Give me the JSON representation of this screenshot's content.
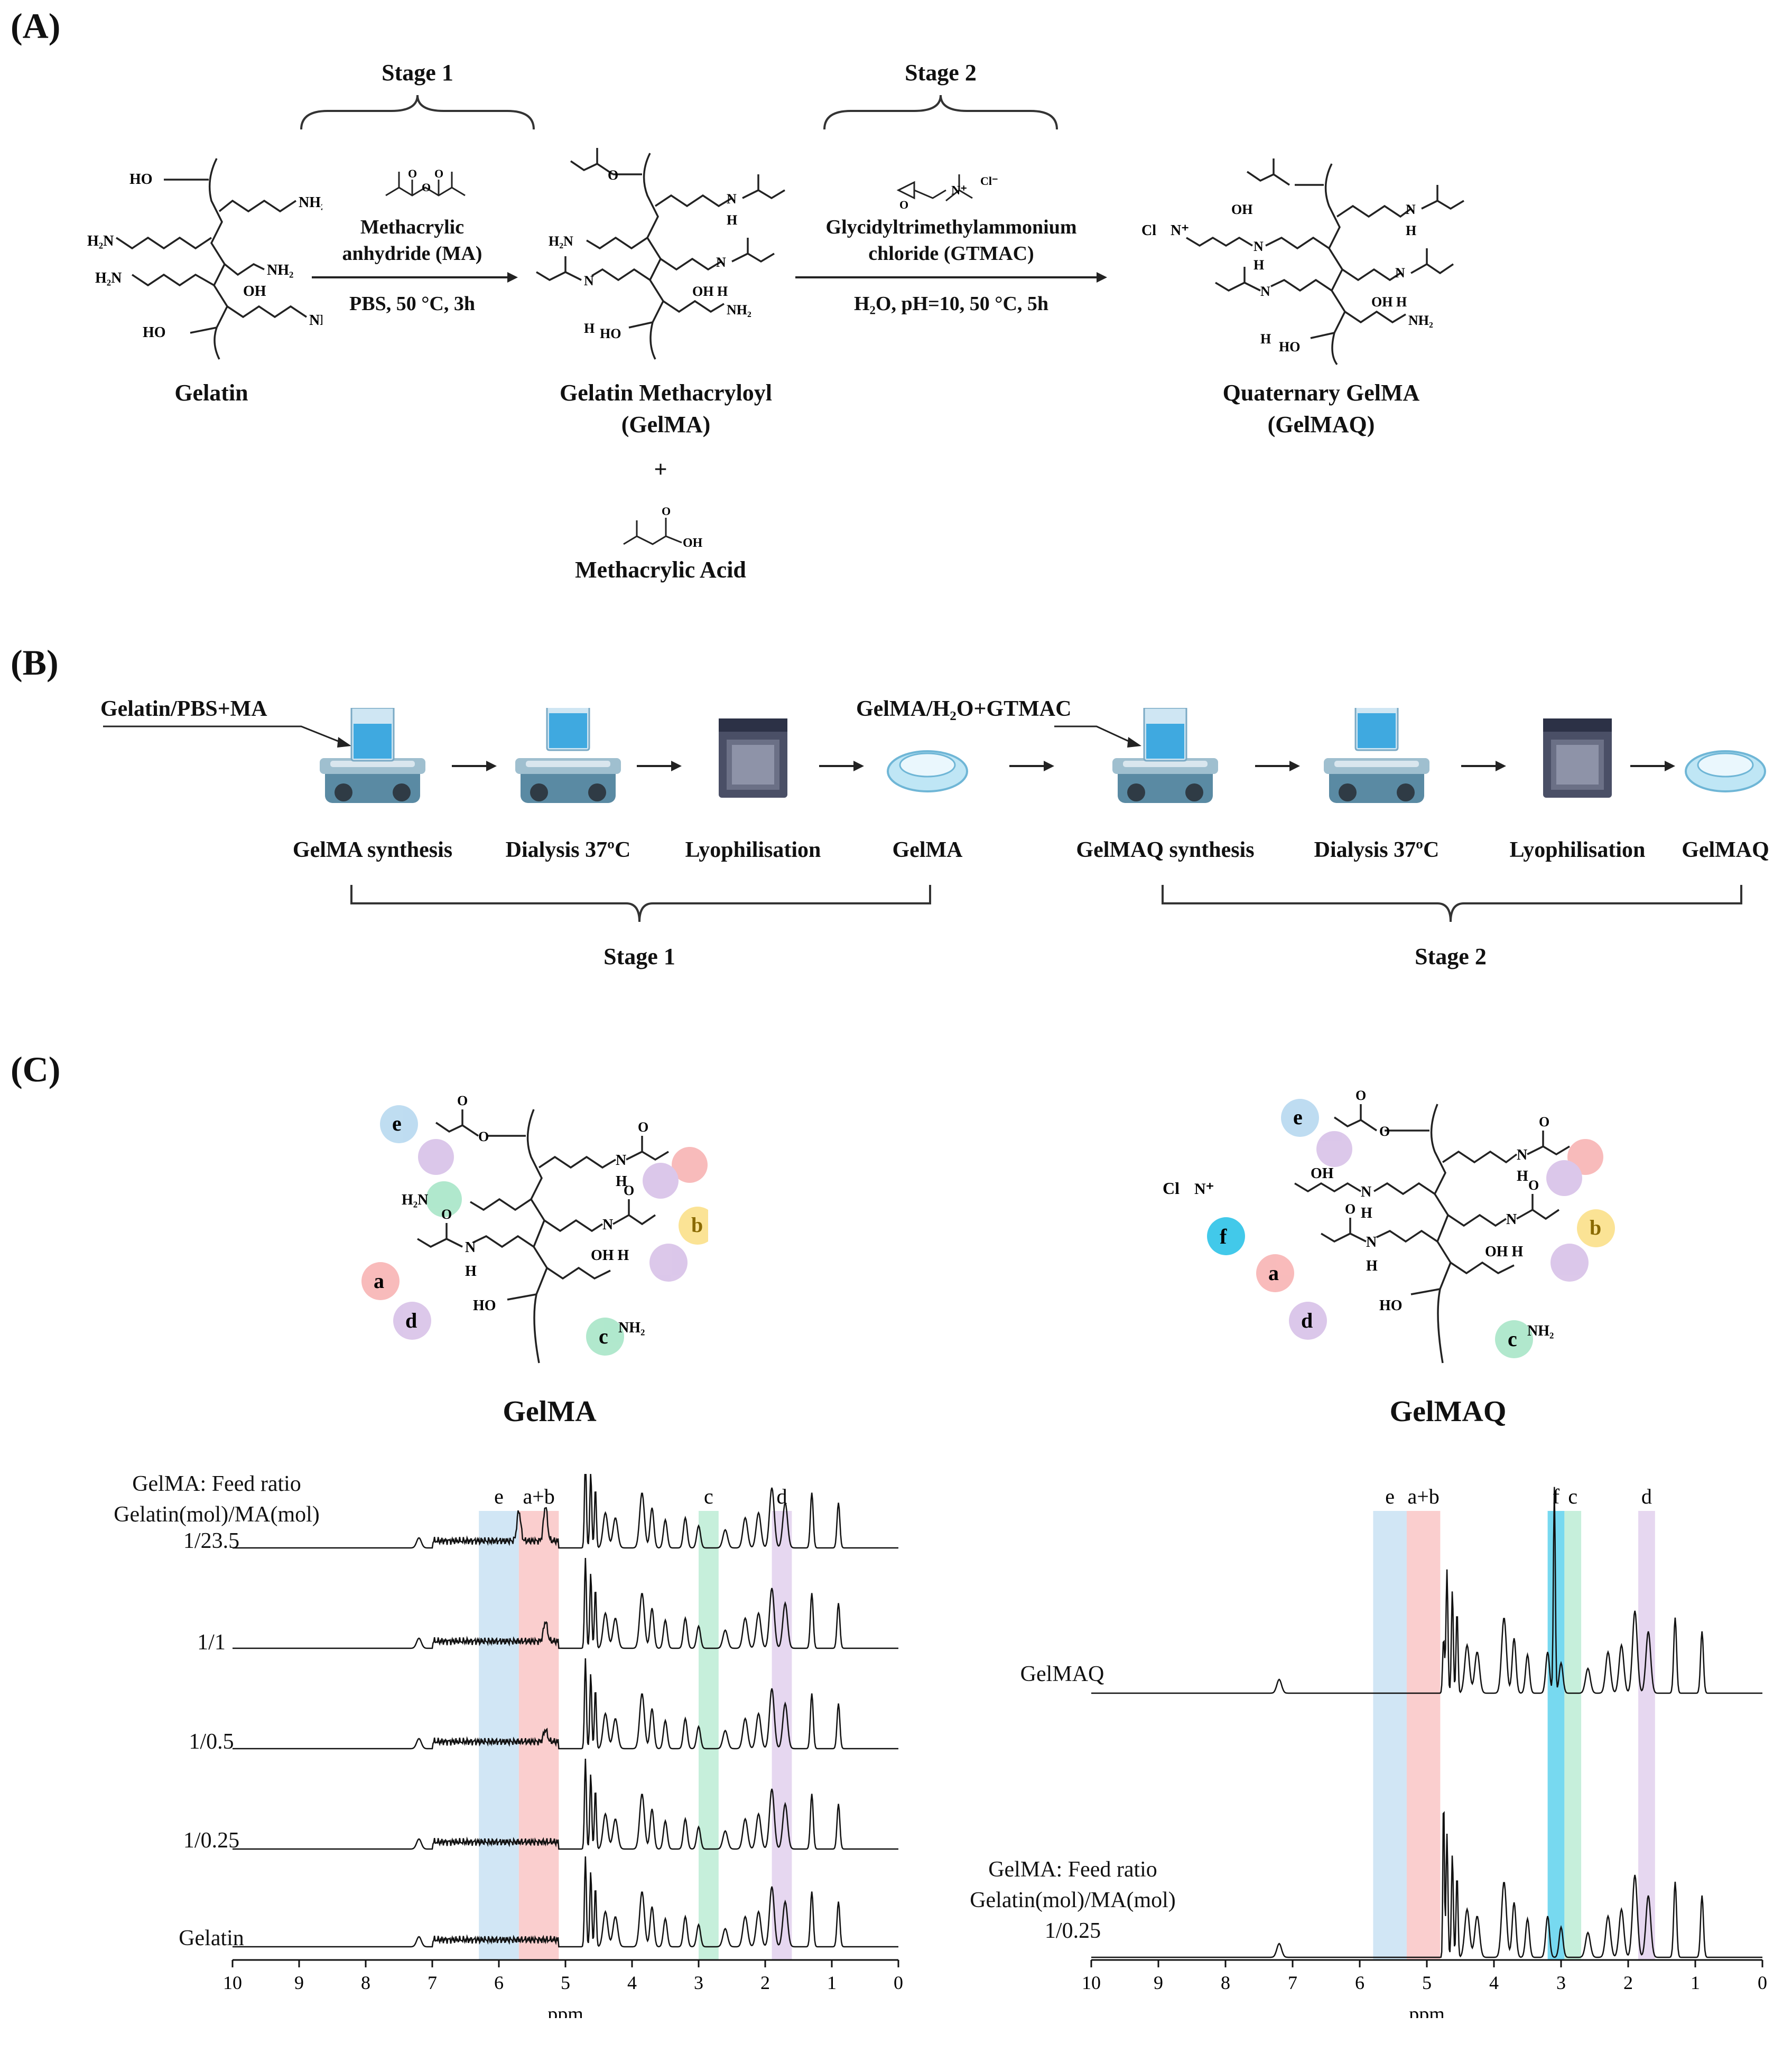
{
  "panel_a": {
    "label": "(A)",
    "stage1": "Stage 1",
    "stage2": "Stage 2",
    "reagent1": "Methacrylic anhydride (MA)",
    "cond1": "PBS, 50 °C, 3h",
    "reagent2": "Glycidyltrimethylammonium chloride (GTMAC)",
    "cond2": "H₂O, pH=10, 50 °C, 5h",
    "gelatin": "Gelatin",
    "gelma_line1": "Gelatin Methacryloyl",
    "gelma_line2": "(GelMA)",
    "plus": "+",
    "byproduct": "Methacrylic Acid",
    "gelmaq_line1": "Quaternary GelMA",
    "gelmaq_line2": "(GelMAQ)",
    "chem": {
      "ho": "HO",
      "oh": "OH",
      "nh2": "NH₂",
      "h2n": "H₂N",
      "n": "N",
      "h": "H",
      "o": "O",
      "cl": "Cl",
      "cl_minus": "Cl⁻",
      "n_plus": "N⁺",
      "ohh": "OH H"
    }
  },
  "panel_b": {
    "label": "(B)",
    "input1": "Gelatin/PBS+MA",
    "input2": "GelMA/H₂O+GTMAC",
    "steps": [
      "GelMA synthesis",
      "Dialysis 37ºC",
      "Lyophilisation",
      "GelMA",
      "GelMAQ synthesis",
      "Dialysis 37ºC",
      "Lyophilisation",
      "GelMAQ"
    ],
    "stage1": "Stage 1",
    "stage2": "Stage 2",
    "colors": {
      "stir_body": "#5a8aa3",
      "stir_top": "#d9e6ee",
      "liquid": "#3fa9e0",
      "freezer": "#4a4f66",
      "dish": "#bfe6f5"
    }
  },
  "panel_c": {
    "label": "(C)",
    "gelma_title": "GelMA",
    "gelmaq_title": "GelMAQ",
    "peak_letters": {
      "a": "a",
      "b": "b",
      "c": "c",
      "d": "d",
      "e": "e",
      "f": "f"
    },
    "colors": {
      "e": "#b8d9f0",
      "ab": "#f8b4b4",
      "c": "#a8e6c8",
      "d": "#d8c2e8",
      "f": "#2ec4e8",
      "b": "#fbe08a"
    },
    "left_header": [
      "GelMA: Feed ratio",
      "Gelatin(mol)/MA(mol)"
    ],
    "left_traces": [
      "1/23.5",
      "1/1",
      "1/0.5",
      "1/0.25",
      "Gelatin"
    ],
    "right_traces_label1": "GelMAQ",
    "right_header": [
      "GelMA: Feed ratio",
      "Gelatin(mol)/MA(mol)",
      "1/0.25"
    ],
    "band_labels_left": [
      "e",
      "a+b",
      "c",
      "d"
    ],
    "band_labels_right": [
      "e",
      "a+b",
      "f",
      "c",
      "d"
    ],
    "x_ticks": [
      "10",
      "9",
      "8",
      "7",
      "6",
      "5",
      "4",
      "3",
      "2",
      "1",
      "0"
    ],
    "xlabel": "ppm"
  },
  "chart_data": [
    {
      "type": "line",
      "xlabel": "ppm",
      "xlim": [
        10,
        0
      ],
      "x_ticks": [
        10,
        9,
        8,
        7,
        6,
        5,
        4,
        3,
        2,
        1,
        0
      ],
      "series": [
        {
          "name": "1/23.5"
        },
        {
          "name": "1/1"
        },
        {
          "name": "1/0.5"
        },
        {
          "name": "1/0.25"
        },
        {
          "name": "Gelatin"
        }
      ],
      "highlight_bands": [
        {
          "label": "e",
          "range": [
            6.3,
            5.7
          ]
        },
        {
          "label": "a+b",
          "range": [
            5.7,
            5.1
          ]
        },
        {
          "label": "c",
          "range": [
            3.0,
            2.7
          ]
        },
        {
          "label": "d",
          "range": [
            1.9,
            1.6
          ]
        }
      ]
    },
    {
      "type": "line",
      "xlabel": "ppm",
      "xlim": [
        10,
        0
      ],
      "x_ticks": [
        10,
        9,
        8,
        7,
        6,
        5,
        4,
        3,
        2,
        1,
        0
      ],
      "series": [
        {
          "name": "GelMAQ"
        },
        {
          "name": "1/0.25"
        }
      ],
      "highlight_bands": [
        {
          "label": "e",
          "range": [
            5.8,
            5.3
          ]
        },
        {
          "label": "a+b",
          "range": [
            5.3,
            4.8
          ]
        },
        {
          "label": "f",
          "range": [
            3.2,
            2.95
          ]
        },
        {
          "label": "c",
          "range": [
            2.95,
            2.7
          ]
        },
        {
          "label": "d",
          "range": [
            1.85,
            1.6
          ]
        }
      ]
    }
  ]
}
